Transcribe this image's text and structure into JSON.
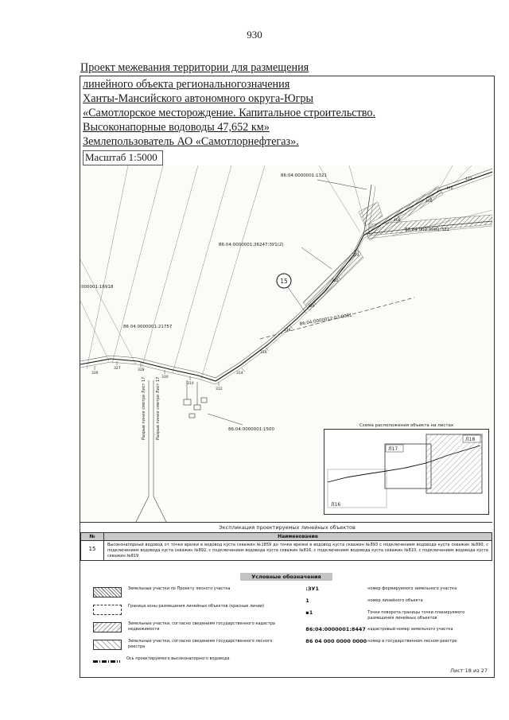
{
  "page": {
    "number": "930",
    "sheet_label": "Лист 18 из 27"
  },
  "title": {
    "lines": [
      "Проект межевания территории для размещения",
      "линейного объекта региональногозначения",
      "Ханты-Мансийского автономного округа-Югры",
      "«Самотлорское месторождение. Капитальное строительство.",
      "Высоконапорные водоводы 47,652 км»",
      "Землепользователь АО «Самотлорнефтегаз»."
    ],
    "scale": "Масштаб 1:5000"
  },
  "map": {
    "labels": {
      "l1321": "86:04:0000001:1321",
      "l36247": "86:04:0000001:36247:ЗУ1(2)",
      "l322": "86 04 000 0001:322",
      "l16918": "000001:16918",
      "l21757": "86 04.0000001:21757",
      "l1500": "86:04:0000001:1500",
      "dashed": "86:04:0000012:03:0001",
      "route_no": "15",
      "break_note": "Разрыв линии смотри Лист 17"
    },
    "points": [
      "326",
      "327",
      "328",
      "330",
      "310",
      "312",
      "314",
      "316",
      "318",
      "320",
      "322",
      "324",
      "466",
      "468",
      "470",
      "472"
    ],
    "inset": {
      "title": "Схема расположения объекта на листах",
      "sheets": [
        "Л16",
        "Л17",
        "Л18"
      ]
    }
  },
  "table": {
    "title": "Экспликация проектируемых линейных объектов",
    "columns": [
      "№",
      "Наименование"
    ],
    "rows": [
      {
        "num": "15",
        "name": "Высоконапорный водовод от точки врезки в водовод куста скважин №1859 до точки врезки в водовод куста скважин №893 с подключением водовода куста скважин №890, с подключением водовода куста скважин №892, с подключением водовода куста скважин №816, с подключением водовода куста скважин №810, с подключением водовода куста скважин №819"
      }
    ]
  },
  "legend": {
    "title": "Условные обозначения",
    "left_items": [
      "Земельные участки по Проекту лесного участка",
      "Граница зоны размещения линейных объектов (красные линии)",
      "Земельные участки, согласно сведениям государственного кадастра недвижимости",
      "Земельные участки, согласно сведениям государственного лесного реестра",
      "Ось проектируемого высоконапорного водовода"
    ],
    "right_items": [
      {
        "symbol": ":ЗУ1",
        "label": "номер формируемого земельного участка"
      },
      {
        "symbol": "1",
        "label": "номер линейного объекта"
      },
      {
        "symbol": "▪1",
        "label": "Точки поворота границы точки планируемого размещения линейных объектов"
      },
      {
        "symbol": "86:04:0000001:8447",
        "label": "кадастровый номер земельного участка"
      },
      {
        "symbol": "86 04 000 0000 0000",
        "label": "номер в государственном лесном реестре"
      }
    ]
  }
}
